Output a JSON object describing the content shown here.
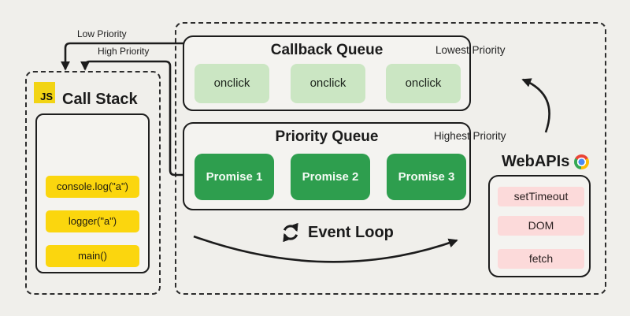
{
  "call_stack": {
    "logo_text": "JS",
    "title": "Call Stack",
    "items": [
      "console.log(\"a\")",
      "logger(\"a\")",
      "main()"
    ]
  },
  "callback_queue": {
    "title": "Callback Queue",
    "priority_note": "Lowest Priority",
    "items": [
      "onclick",
      "onclick",
      "onclick"
    ]
  },
  "priority_queue": {
    "title": "Priority Queue",
    "priority_note": "Highest Priority",
    "items": [
      "Promise 1",
      "Promise 2",
      "Promise 3"
    ]
  },
  "web_apis": {
    "title": "WebAPIs",
    "items": [
      "setTimeout",
      "DOM",
      "fetch"
    ]
  },
  "event_loop": {
    "label": "Event Loop"
  },
  "flow_labels": {
    "low": "Low Priority",
    "high": "High Priority"
  },
  "colors": {
    "background": "#f0efeb",
    "panel_fill": "#f4f3f0",
    "stack_item_yellow": "#fbd60e",
    "js_logo_yellow": "#f2d414",
    "callback_item_green": "#cbe6c3",
    "promise_item_green": "#2e9e4e",
    "webapi_item_pink": "#fcdada",
    "line_dark": "#1c1c1c"
  }
}
